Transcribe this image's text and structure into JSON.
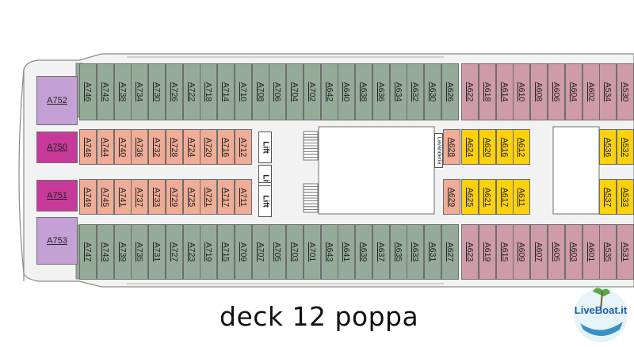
{
  "title": "deck 12 poppa",
  "logo_text": "LiveBoat.it",
  "lift_label": "Lift",
  "laundry_label": "Lavanderia",
  "colors": {
    "green": "#95ab99",
    "pink": "#cf9ba8",
    "salmon": "#efac96",
    "yellow": "#fdd10b",
    "lavender": "#c4a0d4",
    "magenta": "#c83a9a",
    "hull": "#f2f2f2",
    "outline": "#6e6e6e"
  },
  "suites": {
    "top": "A752",
    "mid_top": "A750",
    "mid_bottom": "A751",
    "bottom": "A753"
  },
  "rows": {
    "top_row": [
      "A746",
      "A742",
      "A738",
      "A734",
      "A730",
      "A726",
      "A722",
      "A718",
      "A714",
      "A710",
      "A708",
      "A706",
      "A704",
      "A702",
      "A642",
      "A640",
      "A638",
      "A636",
      "A634",
      "A632",
      "A630",
      "A626",
      "A622",
      "A618",
      "A614",
      "A610",
      "A608",
      "A606",
      "A604",
      "A602",
      "A534",
      "A530"
    ],
    "upper_inner": [
      "A748",
      "A744",
      "A740",
      "A736",
      "A732",
      "A728",
      "A724",
      "A720",
      "A716",
      "A712"
    ],
    "lower_inner": [
      "A749",
      "A745",
      "A741",
      "A737",
      "A733",
      "A729",
      "A725",
      "A721",
      "A717",
      "A711"
    ],
    "upper_inner_fwd": [
      "A628",
      "A624",
      "A620",
      "A616",
      "A612"
    ],
    "lower_inner_fwd": [
      "A629",
      "A625",
      "A621",
      "A617",
      "A611"
    ],
    "upper_far": [
      "A536",
      "A532"
    ],
    "lower_far": [
      "A537",
      "A533"
    ],
    "bottom_row": [
      "A747",
      "A743",
      "A739",
      "A735",
      "A731",
      "A727",
      "A723",
      "A719",
      "A715",
      "A709",
      "A707",
      "A705",
      "A703",
      "A701",
      "A643",
      "A641",
      "A639",
      "A637",
      "A635",
      "A633",
      "A631",
      "A627",
      "A623",
      "A619",
      "A615",
      "A609",
      "A607",
      "A605",
      "A603",
      "A601",
      "A535",
      "A531"
    ]
  }
}
